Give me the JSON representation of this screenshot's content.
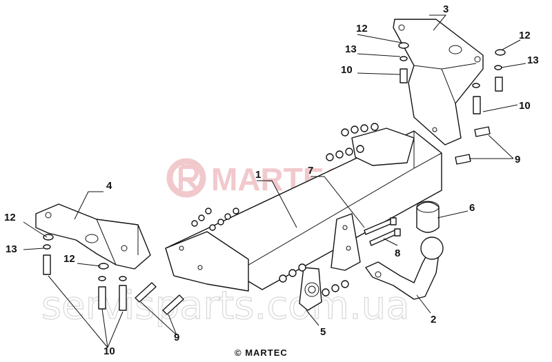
{
  "watermarks": {
    "logo": "MARTEC",
    "site": "servisparts.com.ua"
  },
  "credit": "© MARTEC",
  "callouts": {
    "c1": "1",
    "c2": "2",
    "c3": "3",
    "c4": "4",
    "c5": "5",
    "c6": "6",
    "c7": "7",
    "c8": "8",
    "c9a": "9",
    "c9b": "9",
    "c10a": "10",
    "c10b": "10",
    "c10c": "10",
    "c12a": "12",
    "c12b": "12",
    "c12c": "12",
    "c12d": "12",
    "c13a": "13",
    "c13b": "13",
    "c13c": "13"
  },
  "colors": {
    "line": "#111111",
    "logo_watermark": "#f1c9cc",
    "site_watermark": "#d9d9d9"
  }
}
